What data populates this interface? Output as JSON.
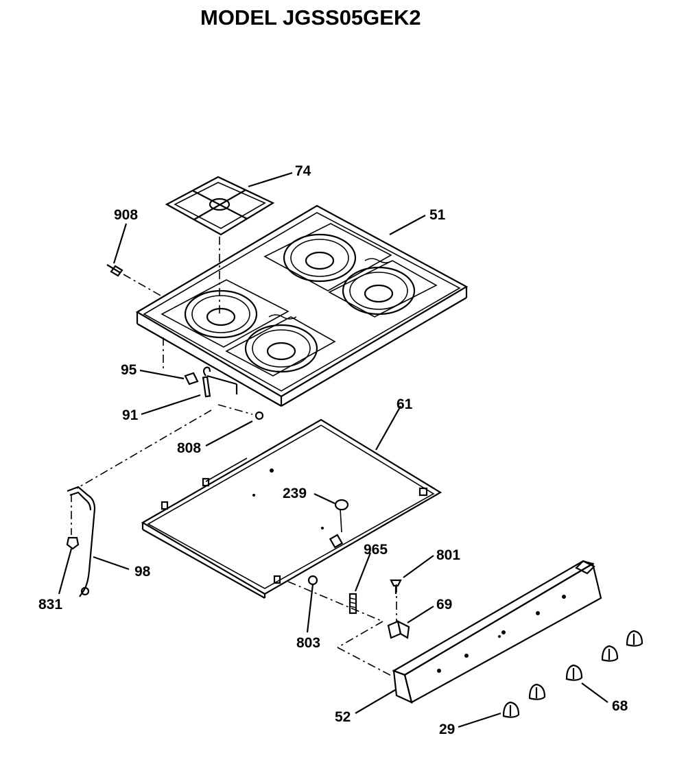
{
  "title": "MODEL JGSS05GEK2",
  "callouts": {
    "c74": "74",
    "c51": "51",
    "c908": "908",
    "c95": "95",
    "c91": "91",
    "c808": "808",
    "c61": "61",
    "c239": "239",
    "c98": "98",
    "c831": "831",
    "c965": "965",
    "c801": "801",
    "c69": "69",
    "c803": "803",
    "c52": "52",
    "c68": "68",
    "c29": "29"
  }
}
